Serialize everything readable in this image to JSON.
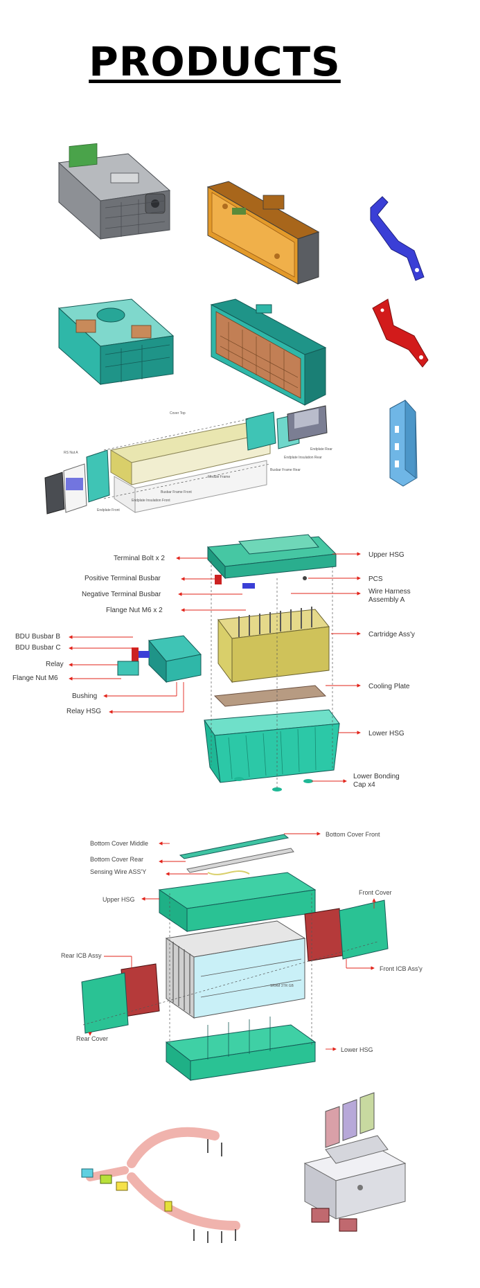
{
  "page": {
    "title": "PRODUCTS"
  },
  "colors": {
    "gray": "#7e8186",
    "orange": "#e39a2a",
    "blue": "#3a3fd6",
    "red": "#d21b1b",
    "teal": "#2fb7a8",
    "copper": "#c27f55",
    "light_blue": "#6fb6e6",
    "mint": "#22c39a",
    "yellow": "#d9cf6a",
    "pink": "#f0b3ad",
    "arrow": "#e2231a"
  },
  "module_exploded": {
    "labels": {
      "cover_top": "Cover Top",
      "rs_nut_a": "RS Nut A",
      "endplate_rear": "Endplate Rear",
      "endplate_insulation_rear": "Endplate Insulation Rear",
      "busbar_frame_rear": "Busbar Frame Rear",
      "module_frame": "Module Frame",
      "busbar_frame_front": "Busbar Frame Front",
      "endplate_insulation_front": "Endplate Insulation Front",
      "endplate_front": "Endplate Front"
    }
  },
  "pack_exploded": {
    "left_labels": {
      "terminal_bolt": "Terminal Bolt x 2",
      "positive_busbar": "Positive Terminal Busbar",
      "negative_busbar": "Negative Terminal Busbar",
      "flange_nut_m6x2": "Flange Nut M6 x 2",
      "bdu_busbar_b": "BDU Busbar B",
      "bdu_busbar_c": "BDU Busbar C",
      "relay": "Relay",
      "flange_nut_m6": "Flange Nut M6",
      "bushing": "Bushing",
      "relay_hsg": "Relay HSG"
    },
    "right_labels": {
      "upper_hsg": "Upper HSG",
      "pcs": "PCS",
      "wire_harness_1": "Wire Harness",
      "wire_harness_2": "Assembly A",
      "cartridge": "Cartridge Ass'y",
      "cooling_plate": "Cooling Plate",
      "lower_hsg": "Lower HSG",
      "lower_bonding_1": "Lower Bonding",
      "lower_bonding_2": "Cap x4"
    }
  },
  "cell_module_exploded": {
    "labels": {
      "bottom_cover_middle": "Bottom Cover Middle",
      "bottom_cover_front": "Bottom Cover Front",
      "bottom_cover_rear": "Bottom Cover Rear",
      "sensing_wire": "Sensing Wire ASS'Y",
      "upper_hsg": "Upper HSG",
      "front_cover": "Front Cover",
      "rear_icb": "Rear ICB Assy",
      "front_icb": "Front ICB Ass'y",
      "rear_cover": "Rear Cover",
      "lower_hsg": "Lower HSG",
      "module_stamp": "SRAM 3TR GB"
    }
  }
}
